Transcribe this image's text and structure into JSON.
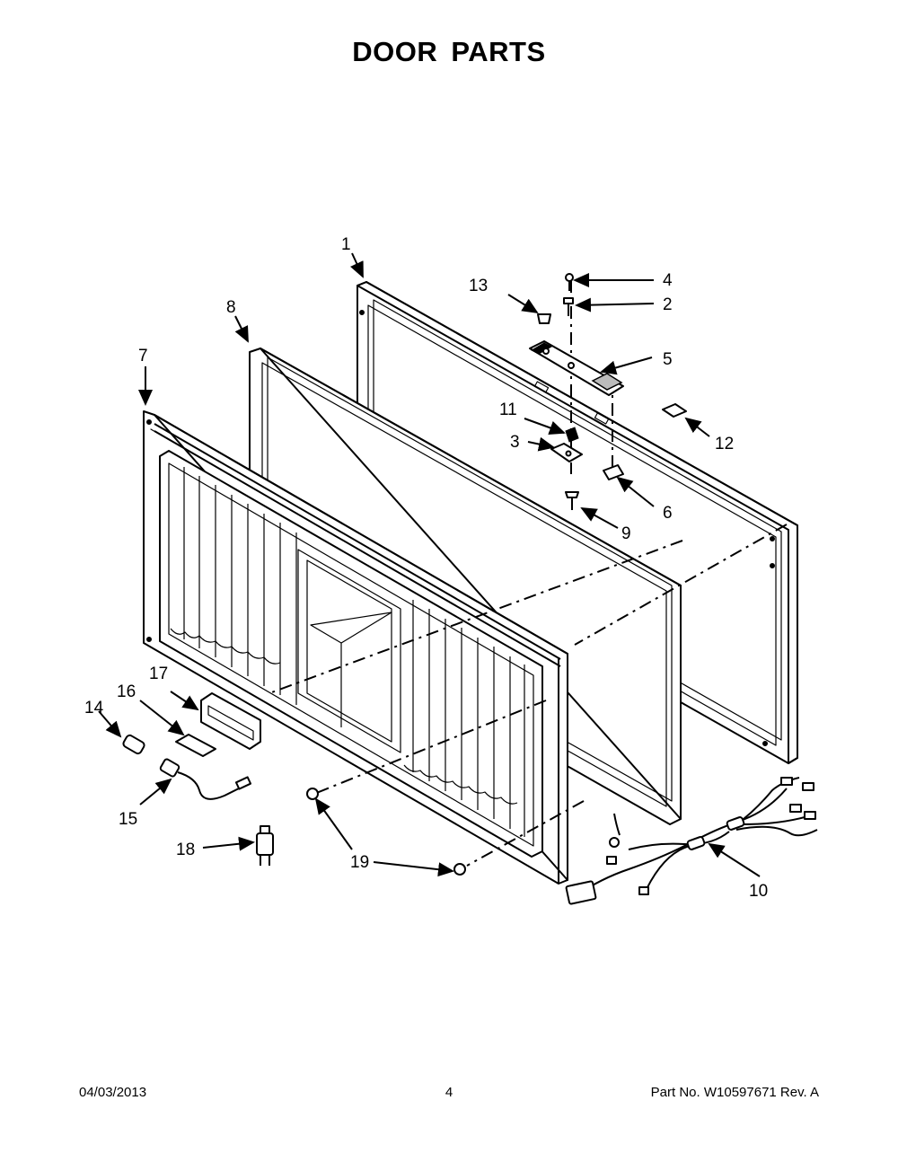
{
  "title": "DOOR PARTS",
  "callouts": [
    "1",
    "2",
    "3",
    "4",
    "5",
    "6",
    "7",
    "8",
    "9",
    "10",
    "11",
    "12",
    "13",
    "14",
    "15",
    "16",
    "17",
    "18",
    "19",
    "19"
  ],
  "footer": {
    "date": "04/03/2013",
    "page": "4",
    "part_number": "Part No.  W10597671  Rev.  A"
  }
}
